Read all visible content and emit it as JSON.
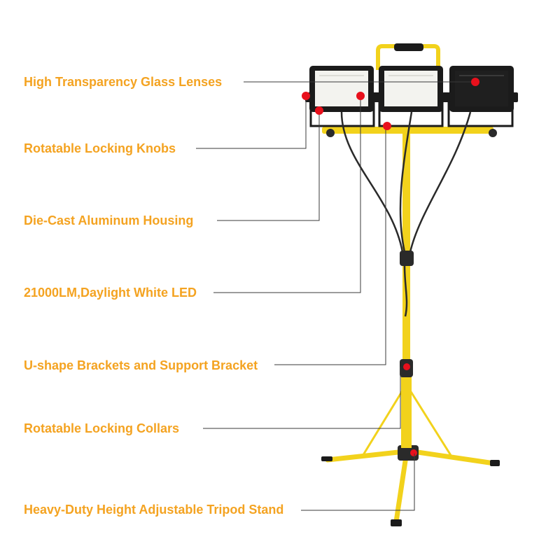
{
  "colors": {
    "label": "#F4A321",
    "yellow": "#F2D21C",
    "yellow_dark": "#D9B80F",
    "marker": "#E8101C",
    "lamp_frame": "#1b1b1b",
    "lens": "#f3f3ef",
    "cable": "#2a2a2a",
    "leader": "#3a3a3a"
  },
  "callouts": [
    {
      "id": "lenses",
      "text": "High Transparency Glass Lenses"
    },
    {
      "id": "knobs",
      "text": "Rotatable Locking Knobs"
    },
    {
      "id": "housing",
      "text": "Die-Cast Aluminum Housing"
    },
    {
      "id": "led",
      "text": "21000LM,Daylight White LED"
    },
    {
      "id": "brackets",
      "text": "U-shape Brackets and Support Bracket"
    },
    {
      "id": "collars",
      "text": "Rotatable Locking Collars"
    },
    {
      "id": "tripod",
      "text": "Heavy-Duty Height Adjustable Tripod Stand"
    }
  ],
  "product": {
    "name_icon": "tripod-work-light-illustration",
    "lamp_count": 3
  }
}
